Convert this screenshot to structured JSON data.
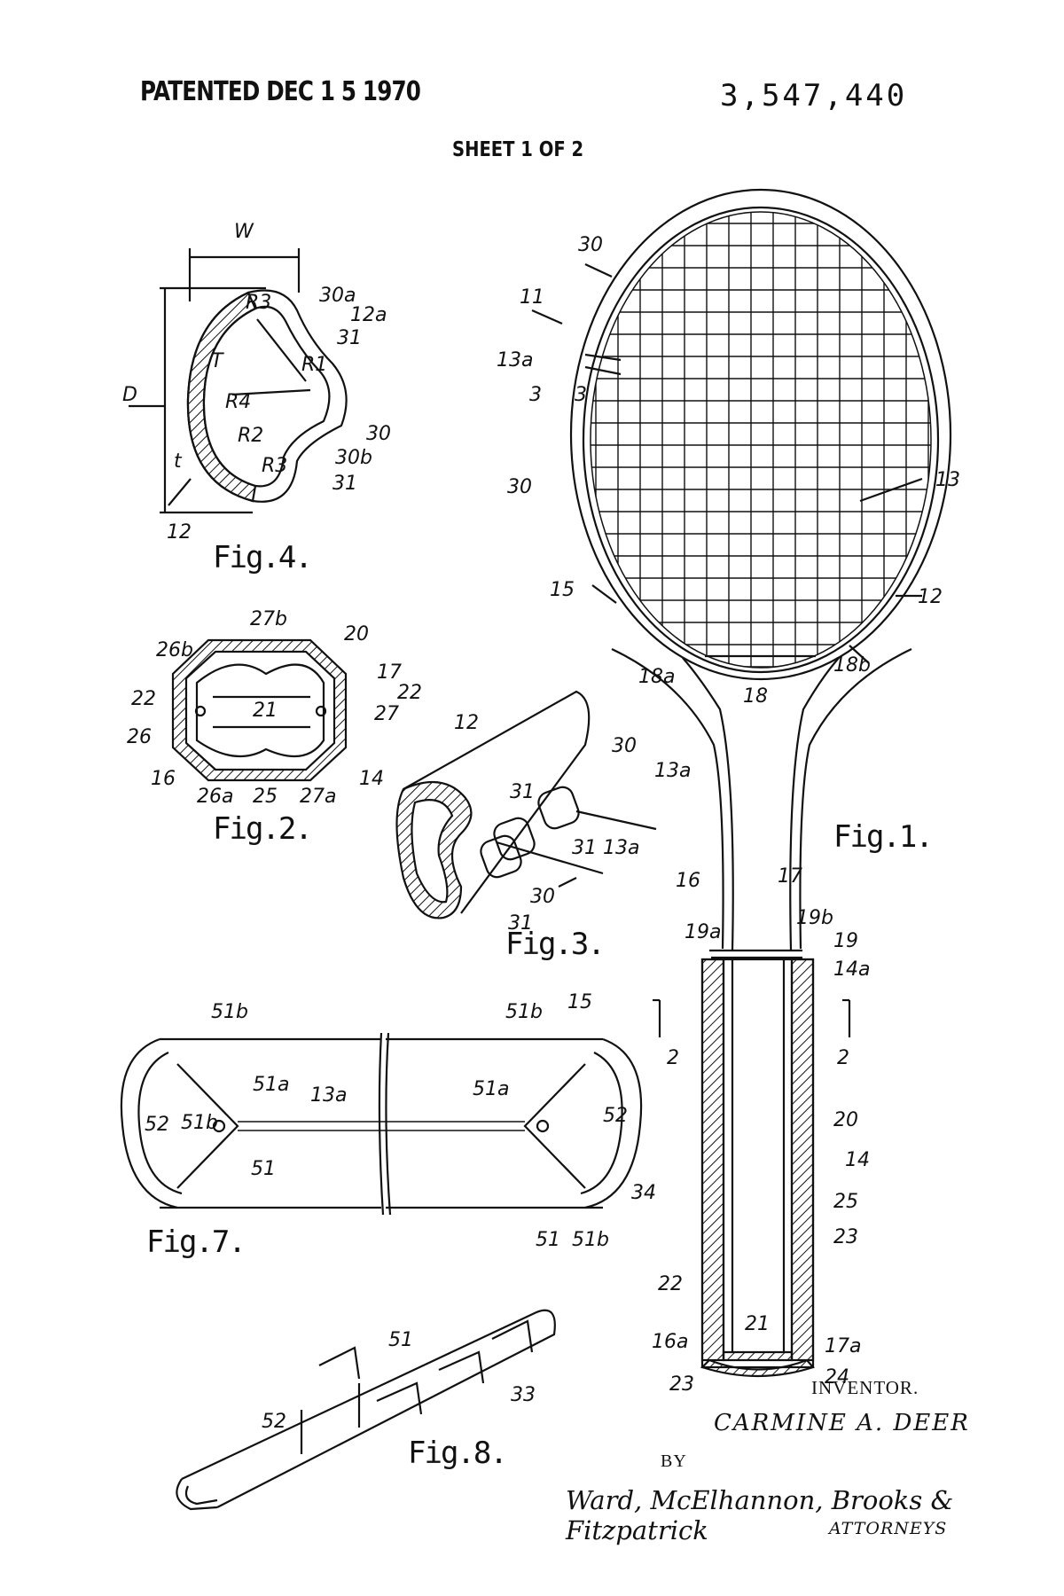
{
  "header": {
    "patented": "PATENTED DEC 1 5 1970",
    "patent_number": "3,547,440",
    "sheet": "SHEET 1 OF 2"
  },
  "figure_labels": {
    "fig1": "Fig.1.",
    "fig2": "Fig.2.",
    "fig3": "Fig.3.",
    "fig4": "Fig.4.",
    "fig7": "Fig.7.",
    "fig8": "Fig.8."
  },
  "reference_numerals": {
    "fig1": [
      "11",
      "30",
      "13a",
      "3",
      "3",
      "30",
      "13",
      "15",
      "12",
      "18a",
      "18",
      "18b",
      "16",
      "17",
      "19a",
      "19b",
      "19",
      "14a",
      "2",
      "2",
      "20",
      "14",
      "25",
      "23",
      "22",
      "21",
      "16a",
      "17a",
      "23",
      "24"
    ],
    "fig2": [
      "27b",
      "20",
      "26b",
      "17",
      "22",
      "22",
      "21",
      "27",
      "26",
      "16",
      "26a",
      "25",
      "27a",
      "14"
    ],
    "fig3": [
      "12",
      "30",
      "13a",
      "31",
      "31",
      "13a",
      "30",
      "31"
    ],
    "fig4": [
      "W",
      "D",
      "30a",
      "12a",
      "31",
      "R3",
      "T",
      "R1",
      "R4",
      "30",
      "R2",
      "30b",
      "t",
      "R3",
      "31",
      "12"
    ],
    "fig7": [
      "51b",
      "51a",
      "13a",
      "52",
      "51b",
      "51",
      "51b",
      "15",
      "51a",
      "52",
      "34",
      "51",
      "51b"
    ],
    "fig8": [
      "51",
      "52",
      "33"
    ]
  },
  "signature_block": {
    "inventor_heading": "INVENTOR.",
    "inventor_name": "CARMINE A. DEER",
    "by": "BY",
    "attorneys_signature": "Ward, McElhannon, Brooks & Fitzpatrick",
    "attorneys": "ATTORNEYS"
  }
}
